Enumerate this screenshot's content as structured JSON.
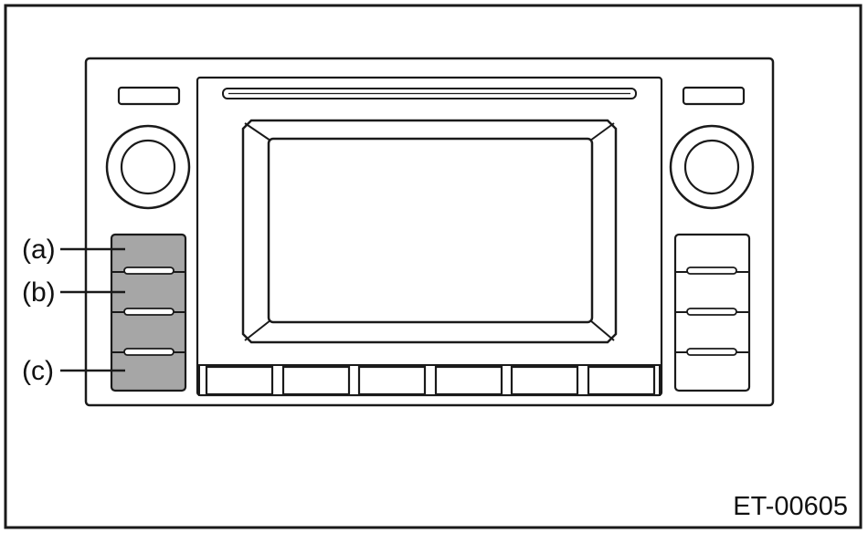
{
  "callouts": {
    "a": "(a)",
    "b": "(b)",
    "c": "(c)"
  },
  "figure_code": "ET-00605",
  "colors": {
    "line": "#1a1a1a",
    "highlight": "#a6a6a6",
    "background": "#ffffff"
  }
}
